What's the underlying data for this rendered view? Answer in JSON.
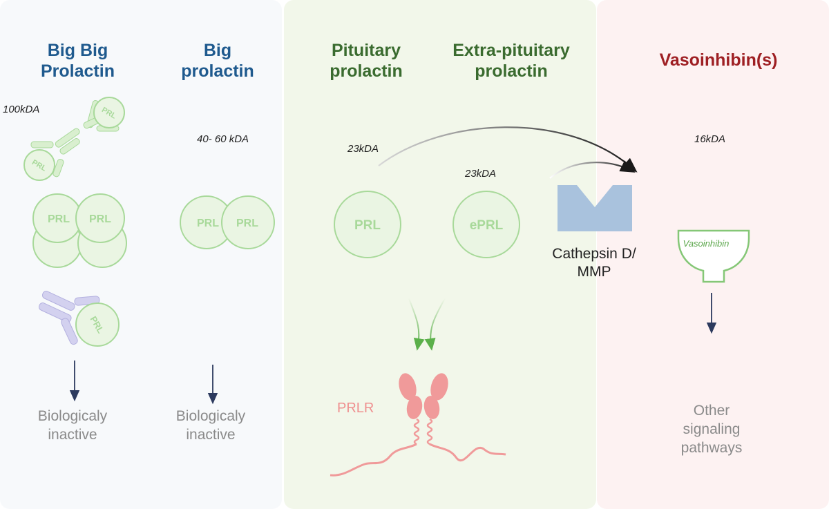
{
  "columns": {
    "big_big": {
      "title": "Big Big\nProlactin",
      "mw": "100kDA",
      "outcome": "Biologicaly\ninactive"
    },
    "big": {
      "title": "Big\nprolactin",
      "mw": "40- 60 kDA",
      "outcome": "Biologicaly\ninactive"
    },
    "pituitary": {
      "title": "Pituitary\nprolactin",
      "mw": "23kDA"
    },
    "extra_pituitary": {
      "title": "Extra-pituitary\nprolactin",
      "mw": "23kDA"
    },
    "vasoinhibin": {
      "title": "Vasoinhibin(s)",
      "mw": "16kDA",
      "outcome": "Other\nsignaling\npathways"
    }
  },
  "labels": {
    "prl": "PRL",
    "eprl": "ePRL",
    "enzyme": "Cathepsin D/\nMMP",
    "vasoinhibin_shape": "Vasoinhibin",
    "receptor": "PRLR"
  },
  "colors": {
    "blue_title": "#1f5a8e",
    "green_title": "#3a6b2f",
    "red_title": "#9e1f23",
    "prl_fill": "#eaf5e3",
    "prl_stroke": "#a8d99a",
    "enzyme": "#a9c2dd",
    "receptor": "#f09a9a",
    "antibody": "#c5c3e8",
    "arrow": "#2c3a5e"
  }
}
